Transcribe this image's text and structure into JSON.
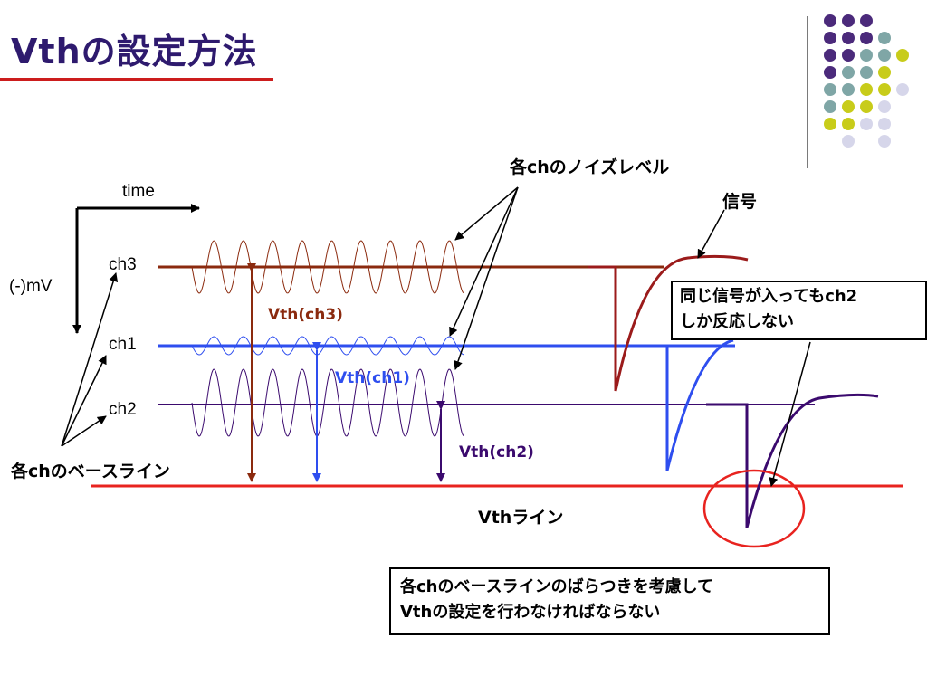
{
  "title": "Vthの設定方法",
  "colors": {
    "ch3": "#8B2A0E",
    "ch1": "#2E4EEF",
    "ch2": "#3B0A6E",
    "vth_line": "#E8231F",
    "signal3": "#9B1B1B",
    "decor_purple": "#4B2A7B",
    "decor_teal": "#7FA6A6",
    "decor_yellow": "#C8CC1A",
    "decor_lavender": "#D6D6EA"
  },
  "axes": {
    "time_label": "time",
    "voltage_label": "(-)mV"
  },
  "channels": {
    "ch3": "ch3",
    "ch1": "ch1",
    "ch2": "ch2"
  },
  "labels": {
    "baseline": "各chのベースライン",
    "noise": "各chのノイズレベル",
    "signal": "信号",
    "vth_line": "Vthライン",
    "vth_ch3": "Vth(ch3)",
    "vth_ch1": "Vth(ch1)",
    "vth_ch2": "Vth(ch2)"
  },
  "callouts": {
    "only_ch2": [
      "同じ信号が入ってもch2",
      "しか反応しない"
    ],
    "note": [
      "各chのベースラインのばらつきを考慮して",
      "Vthの設定を行わなければならない"
    ]
  }
}
